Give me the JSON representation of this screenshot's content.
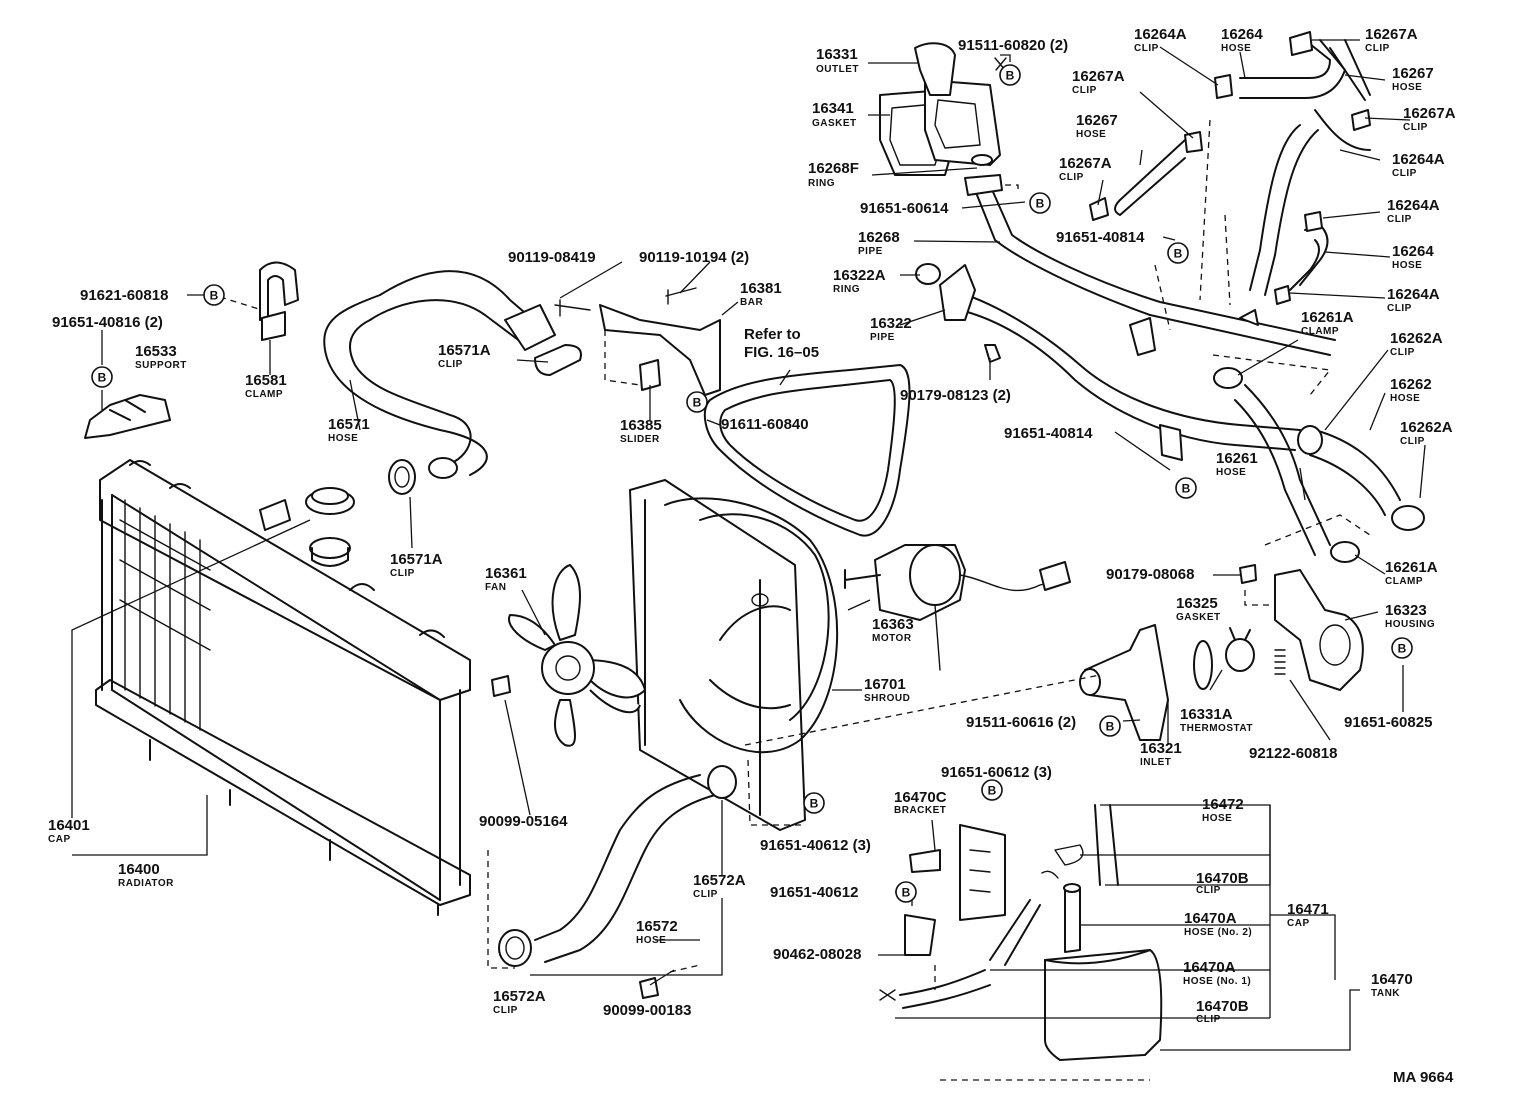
{
  "bolt_marker": "B",
  "footer_code": "MA 9664",
  "note": {
    "line1": "Refer to",
    "line2": "FIG. 16–05"
  },
  "parts": {
    "p16331": {
      "num": "16331",
      "name": "OUTLET"
    },
    "p91511_60820": {
      "num": "91511-60820 (2)"
    },
    "p16341": {
      "num": "16341",
      "name": "GASKET"
    },
    "p16268F": {
      "num": "16268F",
      "name": "RING"
    },
    "p91651_60614": {
      "num": "91651-60614"
    },
    "p16268": {
      "num": "16268",
      "name": "PIPE"
    },
    "p16264A_a": {
      "num": "16264A",
      "name": "CLIP"
    },
    "p16264_a": {
      "num": "16264",
      "name": "HOSE"
    },
    "p16267A_a": {
      "num": "16267A",
      "name": "CLIP"
    },
    "p16267A_b": {
      "num": "16267A",
      "name": "CLIP"
    },
    "p16267_a": {
      "num": "16267",
      "name": "HOSE"
    },
    "p16267_b": {
      "num": "16267",
      "name": "HOSE"
    },
    "p16267A_c": {
      "num": "16267A",
      "name": "CLIP"
    },
    "p16267A_d": {
      "num": "16267A",
      "name": "CLIP"
    },
    "p16264A_b": {
      "num": "16264A",
      "name": "CLIP"
    },
    "p16264A_c": {
      "num": "16264A",
      "name": "CLIP"
    },
    "p91651_40814_a": {
      "num": "91651-40814"
    },
    "p16264_b": {
      "num": "16264",
      "name": "HOSE"
    },
    "p16264A_d": {
      "num": "16264A",
      "name": "CLIP"
    },
    "p16261A_a": {
      "num": "16261A",
      "name": "CLAMP"
    },
    "p16262A_a": {
      "num": "16262A",
      "name": "CLIP"
    },
    "p16262": {
      "num": "16262",
      "name": "HOSE"
    },
    "p16262A_b": {
      "num": "16262A",
      "name": "CLIP"
    },
    "p16261": {
      "num": "16261",
      "name": "HOSE"
    },
    "p16261A_b": {
      "num": "16261A",
      "name": "CLAMP"
    },
    "p90119_08419": {
      "num": "90119-08419"
    },
    "p90119_10194": {
      "num": "90119-10194 (2)"
    },
    "p16381": {
      "num": "16381",
      "name": "BAR"
    },
    "p16322A": {
      "num": "16322A",
      "name": "RING"
    },
    "p16322": {
      "num": "16322",
      "name": "PIPE"
    },
    "p90179_08123": {
      "num": "90179-08123 (2)"
    },
    "p91651_40814_b": {
      "num": "91651-40814"
    },
    "p91621_60818": {
      "num": "91621-60818"
    },
    "p91651_40816": {
      "num": "91651-40816 (2)"
    },
    "p16533": {
      "num": "16533",
      "name": "SUPPORT"
    },
    "p16581": {
      "num": "16581",
      "name": "CLAMP"
    },
    "p16571A_a": {
      "num": "16571A",
      "name": "CLIP"
    },
    "p16571": {
      "num": "16571",
      "name": "HOSE"
    },
    "p16385": {
      "num": "16385",
      "name": "SLIDER"
    },
    "p91611_60840": {
      "num": "91611-60840"
    },
    "p16571A_b": {
      "num": "16571A",
      "name": "CLIP"
    },
    "p16361": {
      "num": "16361",
      "name": "FAN"
    },
    "p16363": {
      "num": "16363",
      "name": "MOTOR"
    },
    "p16701": {
      "num": "16701",
      "name": "SHROUD"
    },
    "p90179_08068": {
      "num": "90179-08068"
    },
    "p16325": {
      "num": "16325",
      "name": "GASKET"
    },
    "p16323": {
      "num": "16323",
      "name": "HOUSING"
    },
    "p16331A": {
      "num": "16331A",
      "name": "THERMOSTAT"
    },
    "p91651_60825": {
      "num": "91651-60825"
    },
    "p91511_60616": {
      "num": "91511-60616 (2)"
    },
    "p16321": {
      "num": "16321",
      "name": "INLET"
    },
    "p92122_60818": {
      "num": "92122-60818"
    },
    "p16401": {
      "num": "16401",
      "name": "CAP"
    },
    "p16400": {
      "num": "16400",
      "name": "RADIATOR"
    },
    "p90099_05164": {
      "num": "90099-05164"
    },
    "p91651_60612": {
      "num": "91651-60612 (3)"
    },
    "p16470C": {
      "num": "16470C",
      "name": "BRACKET"
    },
    "p16572A_a": {
      "num": "16572A",
      "name": "CLIP"
    },
    "p91651_40612_3": {
      "num": "91651-40612 (3)"
    },
    "p91651_40612": {
      "num": "91651-40612"
    },
    "p90462_08028": {
      "num": "90462-08028"
    },
    "p16572": {
      "num": "16572",
      "name": "HOSE"
    },
    "p16572A_b": {
      "num": "16572A",
      "name": "CLIP"
    },
    "p90099_00183": {
      "num": "90099-00183"
    },
    "p16472": {
      "num": "16472",
      "name": "HOSE"
    },
    "p16470B_a": {
      "num": "16470B",
      "name": "CLIP"
    },
    "p16470A_a": {
      "num": "16470A",
      "name": "HOSE (No. 2)"
    },
    "p16471": {
      "num": "16471",
      "name": "CAP"
    },
    "p16470A_b": {
      "num": "16470A",
      "name": "HOSE (No. 1)"
    },
    "p16470": {
      "num": "16470",
      "name": "TANK"
    },
    "p16470B_b": {
      "num": "16470B",
      "name": "CLIP"
    }
  }
}
